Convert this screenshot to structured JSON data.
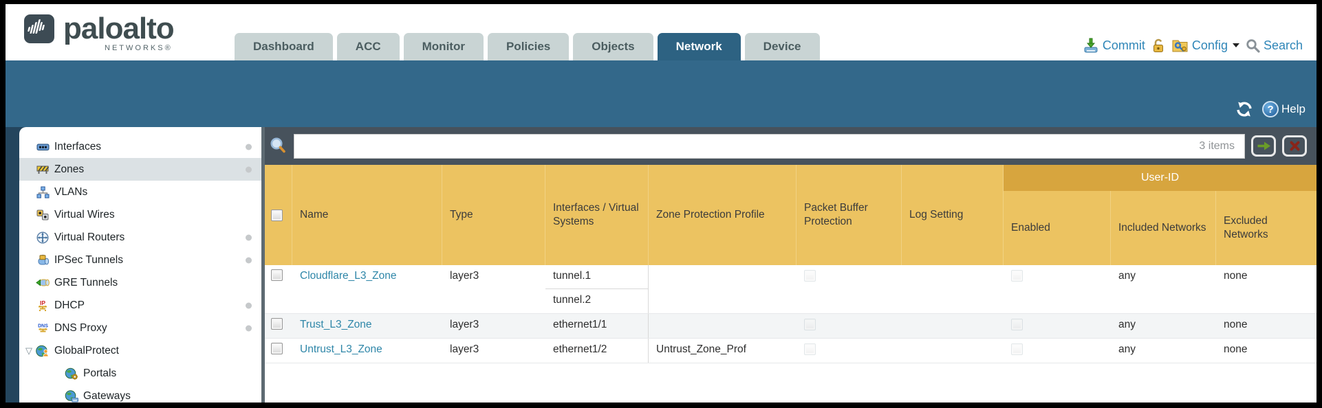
{
  "header": {
    "brand": {
      "name": "paloalto",
      "subtitle": "NETWORKS®"
    },
    "tabs": [
      {
        "label": "Dashboard",
        "active": false
      },
      {
        "label": "ACC",
        "active": false
      },
      {
        "label": "Monitor",
        "active": false
      },
      {
        "label": "Policies",
        "active": false
      },
      {
        "label": "Objects",
        "active": false
      },
      {
        "label": "Network",
        "active": true
      },
      {
        "label": "Device",
        "active": false
      }
    ],
    "actions": {
      "commit_label": "Commit",
      "config_label": "Config",
      "search_label": "Search"
    }
  },
  "subheader": {
    "help_label": "Help"
  },
  "filterbar": {
    "query": "",
    "items_count": "3 items"
  },
  "sidebar": {
    "items": [
      {
        "label": "Interfaces",
        "icon": "interfaces-icon",
        "dot": true,
        "selected": false,
        "level": 0
      },
      {
        "label": "Zones",
        "icon": "zones-icon",
        "dot": true,
        "selected": true,
        "level": 0
      },
      {
        "label": "VLANs",
        "icon": "vlans-icon",
        "dot": false,
        "selected": false,
        "level": 0
      },
      {
        "label": "Virtual Wires",
        "icon": "virtual-wires-icon",
        "dot": false,
        "selected": false,
        "level": 0
      },
      {
        "label": "Virtual Routers",
        "icon": "virtual-routers-icon",
        "dot": true,
        "selected": false,
        "level": 0
      },
      {
        "label": "IPSec Tunnels",
        "icon": "ipsec-tunnels-icon",
        "dot": true,
        "selected": false,
        "level": 0
      },
      {
        "label": "GRE Tunnels",
        "icon": "gre-tunnels-icon",
        "dot": false,
        "selected": false,
        "level": 0
      },
      {
        "label": "DHCP",
        "icon": "dhcp-icon",
        "dot": true,
        "selected": false,
        "level": 0
      },
      {
        "label": "DNS Proxy",
        "icon": "dns-proxy-icon",
        "dot": true,
        "selected": false,
        "level": 0
      },
      {
        "label": "GlobalProtect",
        "icon": "globalprotect-icon",
        "dot": false,
        "selected": false,
        "level": 0,
        "expanded": true
      },
      {
        "label": "Portals",
        "icon": "portals-icon",
        "dot": false,
        "selected": false,
        "level": 1
      },
      {
        "label": "Gateways",
        "icon": "gateways-icon",
        "dot": false,
        "selected": false,
        "level": 1
      }
    ]
  },
  "table": {
    "group_header": "User-ID",
    "columns": [
      "Name",
      "Type",
      "Interfaces / Virtual Systems",
      "Zone Protection Profile",
      "Packet Buffer Protection",
      "Log Setting",
      "Enabled",
      "Included Networks",
      "Excluded Networks"
    ],
    "rows": [
      {
        "name": "Cloudflare_L3_Zone",
        "type": "layer3",
        "interfaces": [
          "tunnel.1",
          "tunnel.2"
        ],
        "zone_protection_profile": "",
        "packet_buffer_protection": false,
        "log_setting": "",
        "user_id_enabled": false,
        "included_networks": "any",
        "excluded_networks": "none",
        "alt": false
      },
      {
        "name": "Trust_L3_Zone",
        "type": "layer3",
        "interfaces": [
          "ethernet1/1"
        ],
        "zone_protection_profile": "",
        "packet_buffer_protection": false,
        "log_setting": "",
        "user_id_enabled": false,
        "included_networks": "any",
        "excluded_networks": "none",
        "alt": true
      },
      {
        "name": "Untrust_L3_Zone",
        "type": "layer3",
        "interfaces": [
          "ethernet1/2"
        ],
        "zone_protection_profile": "Untrust_Zone_Prof",
        "packet_buffer_protection": false,
        "log_setting": "",
        "user_id_enabled": false,
        "included_networks": "any",
        "excluded_networks": "none",
        "alt": false
      }
    ]
  },
  "colors": {
    "band_teal": "#33688a",
    "active_tab": "#2d6282",
    "header_gold": "#ecc361",
    "user_id_band": "#d7a53e",
    "filterbar_slate": "#47525c",
    "link_blue": "#2e86a8",
    "action_blue": "#2f86b8"
  }
}
